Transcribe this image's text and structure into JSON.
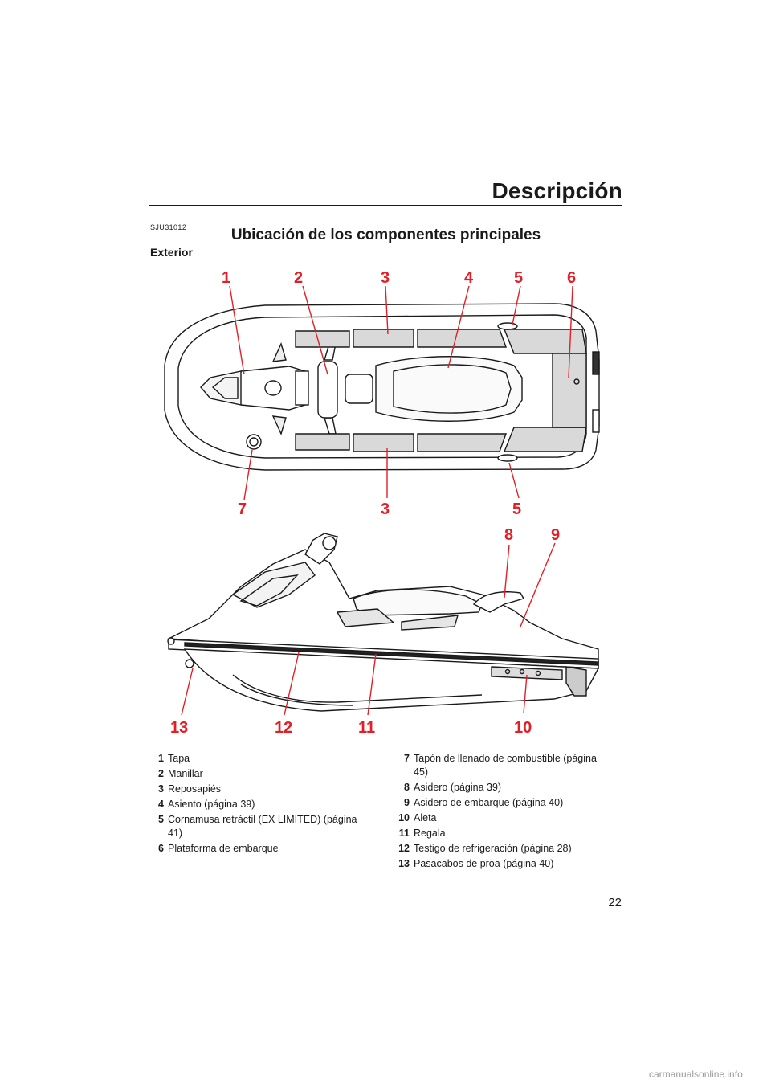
{
  "header": {
    "section_title": "Descripción",
    "section_code": "SJU31012",
    "heading": "Ubicación de los componentes principales",
    "subheading": "Exterior"
  },
  "figure": {
    "top_view_callouts": [
      "1",
      "2",
      "3",
      "4",
      "5",
      "6",
      "7",
      "3",
      "5"
    ],
    "side_view_callouts": [
      "8",
      "9",
      "13",
      "12",
      "11",
      "10"
    ]
  },
  "legend": {
    "left": [
      {
        "n": "1",
        "text": "Tapa"
      },
      {
        "n": "2",
        "text": "Manillar"
      },
      {
        "n": "3",
        "text": "Reposapiés"
      },
      {
        "n": "4",
        "text": "Asiento (página 39)"
      },
      {
        "n": "5",
        "text": "Cornamusa retráctil (EX LIMITED)  (página",
        "cont": "41)"
      },
      {
        "n": "6",
        "text": "Plataforma de embarque"
      }
    ],
    "right": [
      {
        "n": "7",
        "text": "Tapón de llenado de combustible (página",
        "cont": "45)"
      },
      {
        "n": "8",
        "text": "Asidero (página 39)"
      },
      {
        "n": "9",
        "text": "Asidero de embarque (página 40)"
      },
      {
        "n": "10",
        "text": "Aleta"
      },
      {
        "n": "11",
        "text": "Regala"
      },
      {
        "n": "12",
        "text": "Testigo de refrigeración (página 28)"
      },
      {
        "n": "13",
        "text": "Pasacabos de proa (página 40)"
      }
    ]
  },
  "footer": {
    "page_number": "22",
    "watermark": "carmanualsonline.info"
  },
  "colors": {
    "callout": "#e21f26",
    "deck_mat": "#d9d9d9",
    "text": "#1a1a1a"
  }
}
